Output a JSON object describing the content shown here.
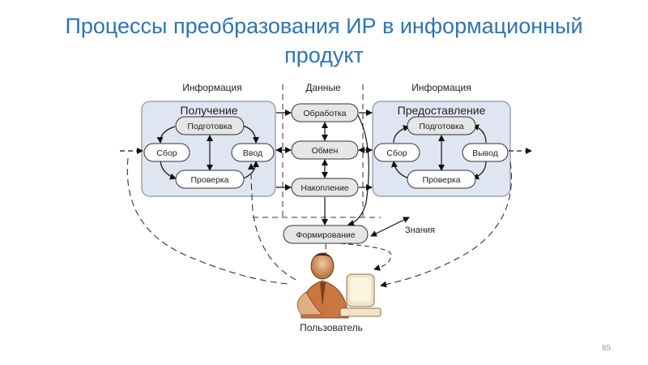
{
  "slide": {
    "title": "Процессы преобразования ИР в информационный продукт",
    "page_number": "85"
  },
  "diagram": {
    "header_left": "Информация",
    "header_middle": "Данные",
    "header_right": "Информация",
    "receive": {
      "title": "Получение",
      "nodes": {
        "prepare": "Подготовка",
        "collect": "Сбор",
        "input": "Ввод",
        "check": "Проверка"
      }
    },
    "provide": {
      "title": "Предоставление",
      "nodes": {
        "prepare": "Подготовка",
        "collect": "Сбор",
        "output": "Вывод",
        "check": "Проверка"
      }
    },
    "middle": {
      "processing": "Обработка",
      "exchange": "Обмен",
      "accumulation": "Накопление"
    },
    "forming": "Формирование",
    "knowledge": "Знания",
    "user": "Пользователь"
  },
  "colors": {
    "title": "#2e74b5",
    "panel_fill": "#dfe6f1",
    "panel_stroke": "#8a93a3",
    "node_fill": "#e6e6e6",
    "node_fill_white": "#ffffff"
  }
}
